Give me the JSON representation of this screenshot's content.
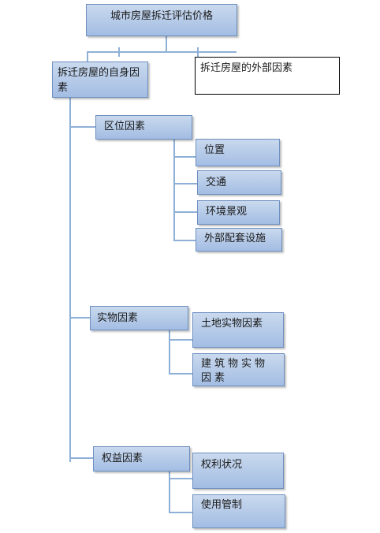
{
  "title": "城市房屋拆迁评估价格",
  "internal": {
    "label": "拆迁房屋的自身因素",
    "groups": [
      {
        "label": "区位因素",
        "items": [
          "位置",
          "交通",
          "环境景观",
          "外部配套设施"
        ]
      },
      {
        "label": "实物因素",
        "items": [
          "土地实物因素",
          "建筑物实物因素"
        ]
      },
      {
        "label": "权益因素",
        "items": [
          "权利状况",
          "使用管制"
        ]
      }
    ]
  },
  "external": {
    "label": "拆迁房屋的外部因素"
  }
}
